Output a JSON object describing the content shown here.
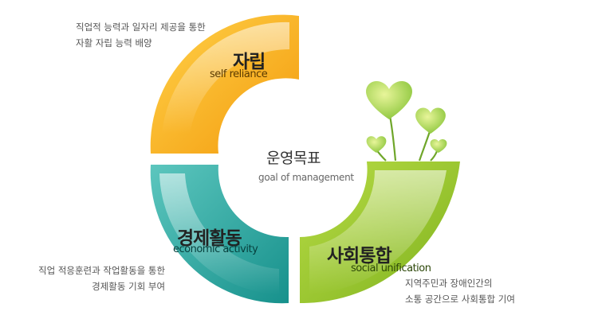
{
  "center": {
    "title": "운영목표",
    "subtitle": "goal of management"
  },
  "segments": [
    {
      "title": "자립",
      "subtitle": "self reliance",
      "description_lines": [
        "직업적 능력과 일자리 제공을 통한",
        "자활 자립 능력 배양"
      ],
      "colors": {
        "light": "#FFD24A",
        "dark": "#F39A0C",
        "text": "#5a3a00"
      }
    },
    {
      "title": "경제활동",
      "subtitle": "economic activity",
      "description_lines": [
        "직업 적응훈련과 작업활동을 통한",
        "경제활동 기회 부여"
      ],
      "colors": {
        "light": "#5CC6BE",
        "dark": "#17918C",
        "text": "#063f3c"
      }
    },
    {
      "title": "사회통합",
      "subtitle": "social unification",
      "description_lines": [
        "지역주민과 장애인간의",
        "소통 공간으로 사회통합 기여"
      ],
      "colors": {
        "light": "#B8DC46",
        "dark": "#7FB21E",
        "text": "#2c4708"
      }
    }
  ],
  "plant": {
    "leaf_light": "#E8F59A",
    "leaf_dark": "#8CC63C",
    "stem": "#6FA62A"
  }
}
